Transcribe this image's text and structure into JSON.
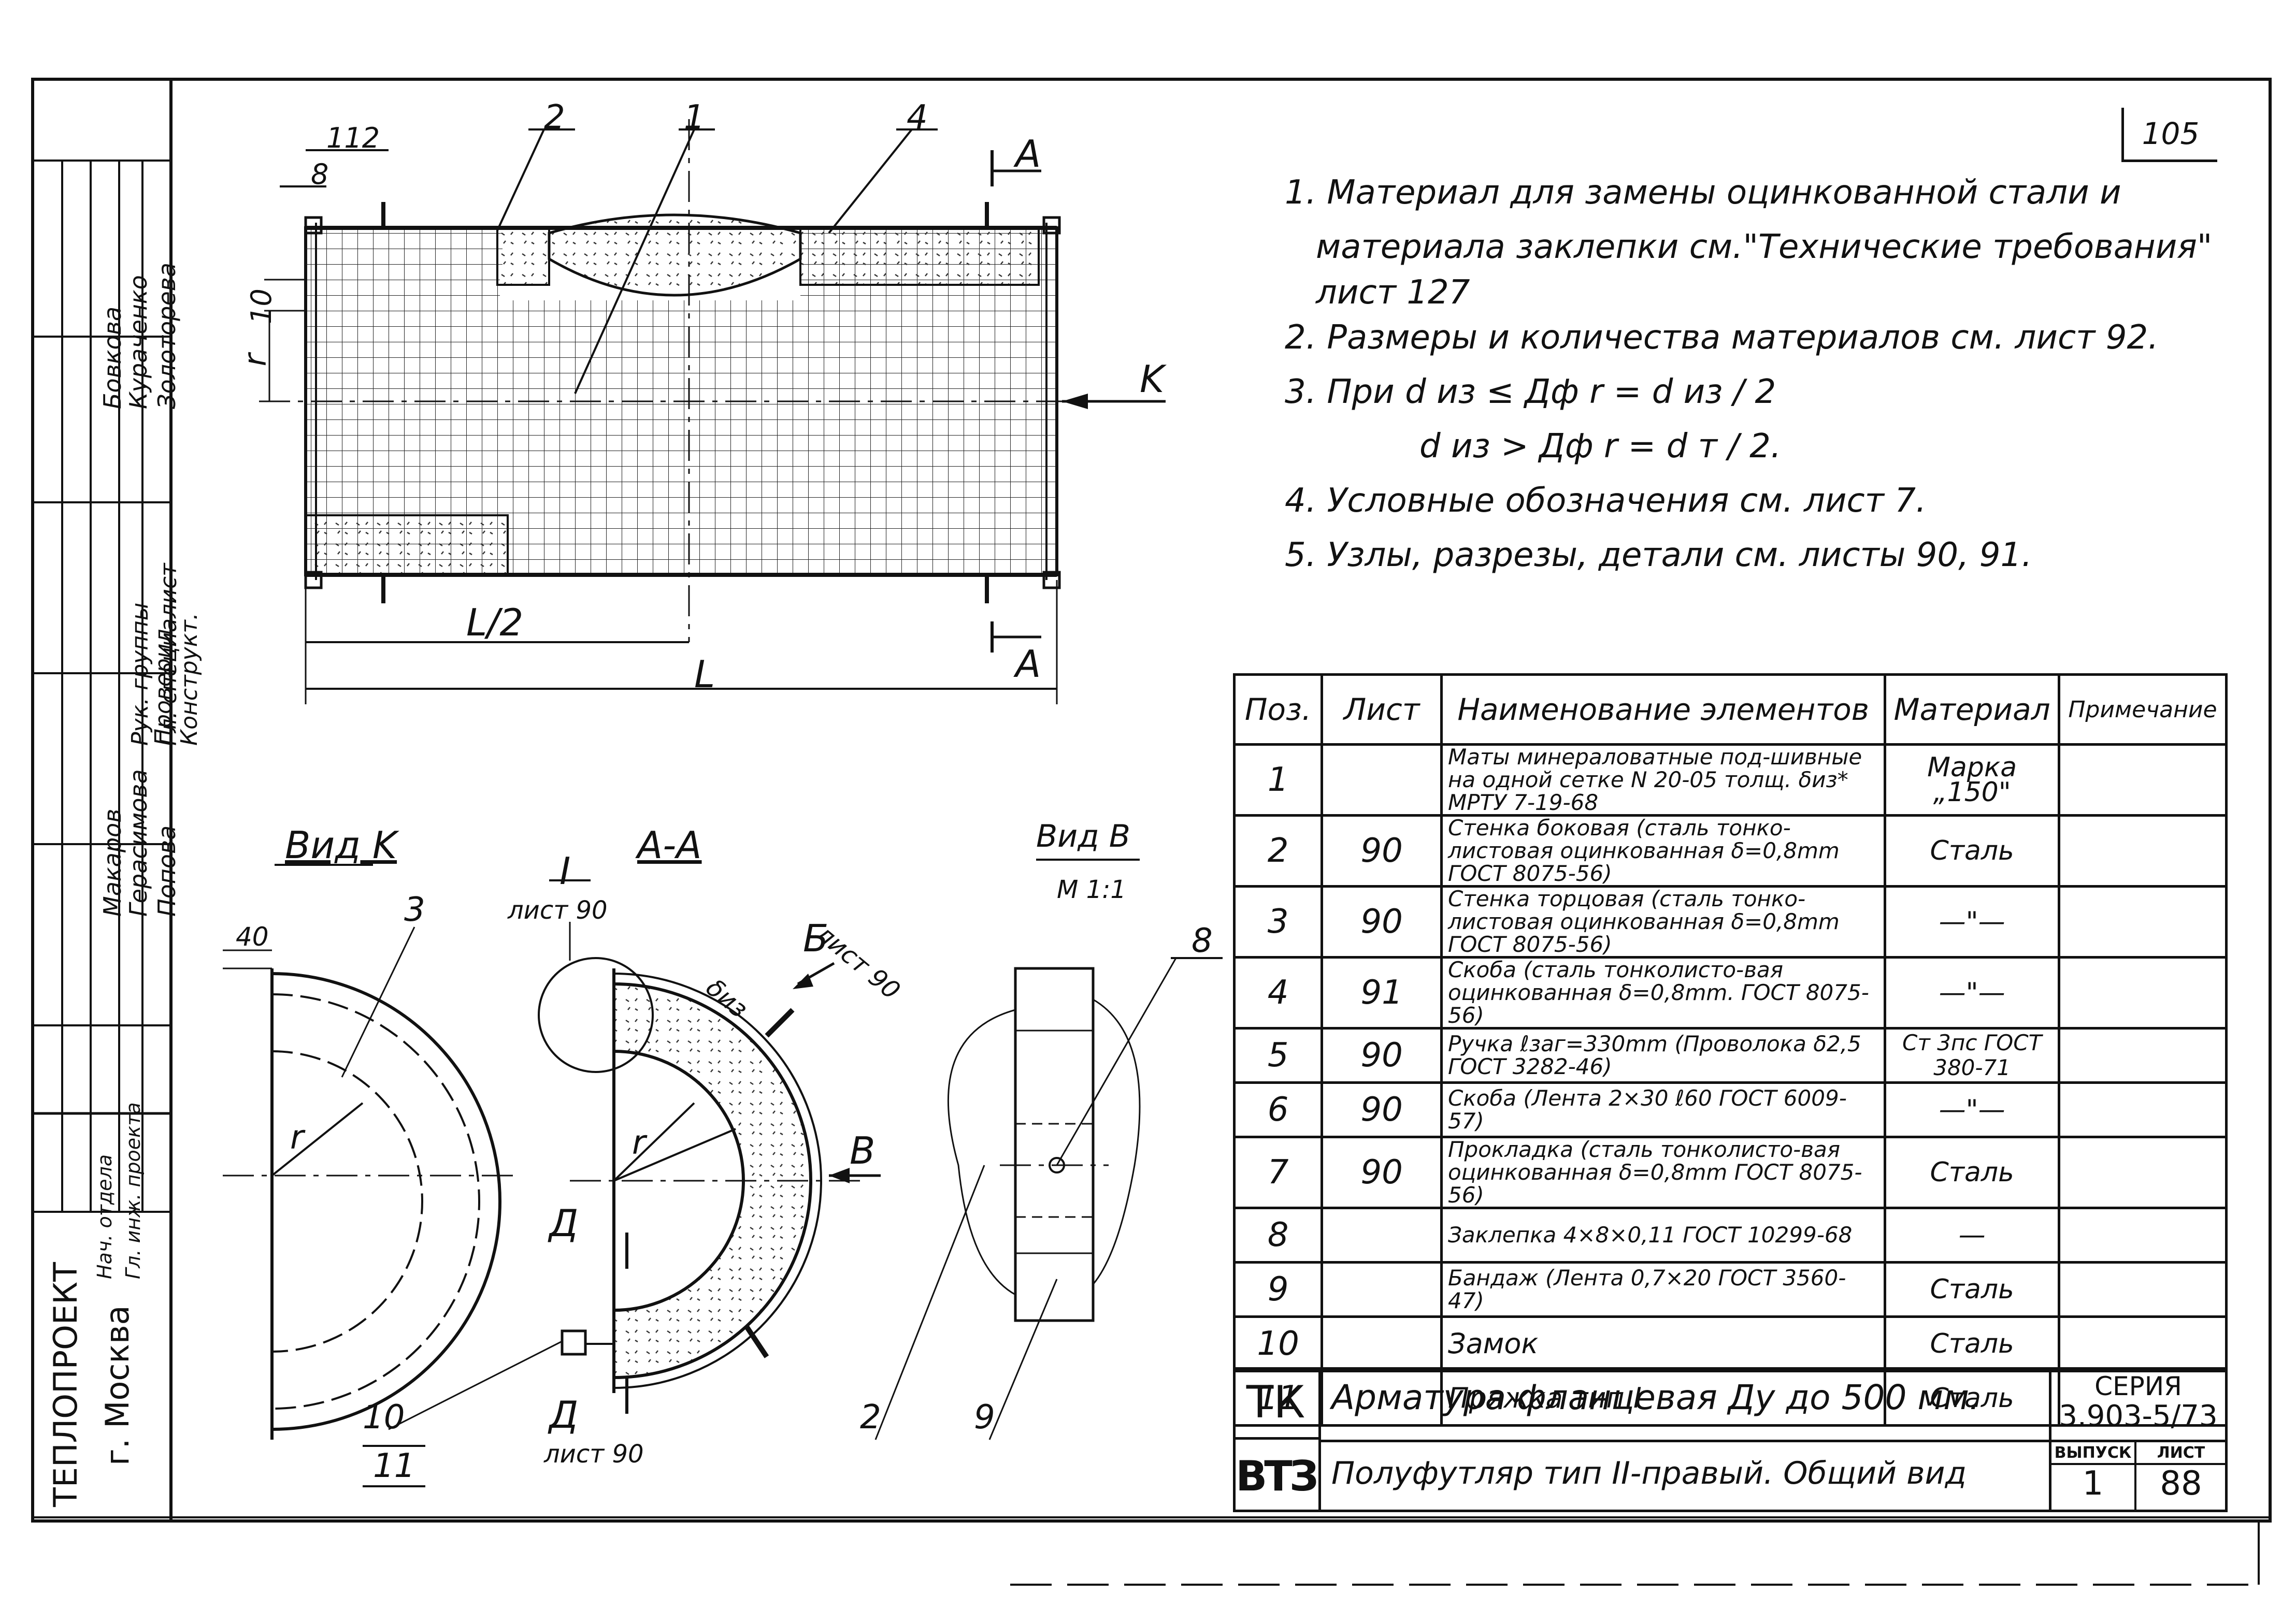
{
  "sheet_number": "105",
  "notes": [
    "1. Материал для замены оцинкованной стали и",
    "материала заклепки см.\"Технические требования\"",
    "лист 127",
    "2. Размеры и количества материалов см. лист 92.",
    "3. При  d из ≤ Дф    r = d из / 2",
    "d из > Дф    r = d т / 2.",
    "4. Условные обозначения см. лист 7.",
    "5. Узлы, разрезы, детали см. листы 90, 91."
  ],
  "spec_table": {
    "headers": [
      "Поз.",
      "Лист",
      "Наименование элементов",
      "Материал",
      "Примечание"
    ],
    "rows": [
      {
        "pos": "1",
        "list": "",
        "name": "Маты минераловатные под-шивные на одной сетке N 20-05 толщ. δиз* МРТУ 7-19-68",
        "material": "Марка „150\"",
        "note": ""
      },
      {
        "pos": "2",
        "list": "90",
        "name": "Стенка боковая (сталь тонко-листовая оцинкованная δ=0,8mm ГОСТ 8075-56)",
        "material": "Сталь",
        "note": ""
      },
      {
        "pos": "3",
        "list": "90",
        "name": "Стенка торцовая (сталь тонко-листовая оцинкованная δ=0,8mm ГОСТ 8075-56)",
        "material": "—\"—",
        "note": ""
      },
      {
        "pos": "4",
        "list": "91",
        "name": "Скоба (сталь тонколисто-вая оцинкованная δ=0,8mm. ГОСТ 8075-56)",
        "material": "—\"—",
        "note": ""
      },
      {
        "pos": "5",
        "list": "90",
        "name": "Ручка ℓзаг=330mm (Проволока δ2,5 ГОСТ 3282-46)",
        "material": "Ст 3пс ГОСТ 380-71",
        "note": ""
      },
      {
        "pos": "6",
        "list": "90",
        "name": "Скоба (Лента 2×30 ℓ60 ГОСТ 6009-57)",
        "material": "—\"—",
        "note": ""
      },
      {
        "pos": "7",
        "list": "90",
        "name": "Прокладка (сталь тонколисто-вая оцинкованная δ=0,8mm ГОСТ 8075-56)",
        "material": "Сталь",
        "note": ""
      },
      {
        "pos": "8",
        "list": "",
        "name": "Заклепка 4×8×0,11 ГОСТ 10299-68",
        "material": "—",
        "note": ""
      },
      {
        "pos": "9",
        "list": "",
        "name": "Бандаж (Лента 0,7×20 ГОСТ 3560-47)",
        "material": "Сталь",
        "note": ""
      },
      {
        "pos": "10",
        "list": "",
        "name": "Замок",
        "material": "Сталь",
        "note": ""
      },
      {
        "pos": "11",
        "list": "",
        "name": "Пряжка тип I",
        "material": "Сталь",
        "note": ""
      }
    ]
  },
  "title_block": {
    "tk": "ТК",
    "logo": "ВТЗ",
    "title_line1": "Арматура фланцевая Ду до 500 мм.",
    "title_line2": "Полуфутляр тип II-правый. Общий вид",
    "seria_label": "СЕРИЯ",
    "seria": "3.903-5/73",
    "vypusk_label": "ВЫПУСК",
    "list_label": "ЛИСТ",
    "vypusk": "1",
    "list": "88"
  },
  "stamp": {
    "org_line1": "ТЕПЛОПРОЕКТ",
    "org_line2": "г. Москва",
    "roles": [
      "Нач. отдела",
      "Гл. инж. проекта",
      "Гл. специалист",
      "Рук. группы",
      "Проверил",
      "Конструкт."
    ],
    "names": [
      "Макаров",
      "Герасимова",
      "Попова",
      "Бовкова",
      "Кураченко",
      "Золоторева"
    ]
  },
  "drawing_labels": {
    "dim_112": "112",
    "dim_8": "8",
    "dim_10": "10",
    "r": "r",
    "L_half": "L/2",
    "L": "L",
    "section_A": "A",
    "arrow_K": "K",
    "pos_1": "1",
    "pos_2": "2",
    "pos_4": "4",
    "view_K": "Вид K",
    "section_AA": "A-A",
    "view_B": "Вид В",
    "scale_B": "M 1:1",
    "dim_40": "40",
    "pos_3": "3",
    "node_I": "I",
    "list_90": "лист 90",
    "B_mark": "Б",
    "diz": "δиз",
    "r_inner": "r",
    "B_arrow": "В",
    "D_mark": "Д",
    "pos_8": "8",
    "pos_10": "10",
    "pos_11": "11",
    "pos_9": "9"
  }
}
